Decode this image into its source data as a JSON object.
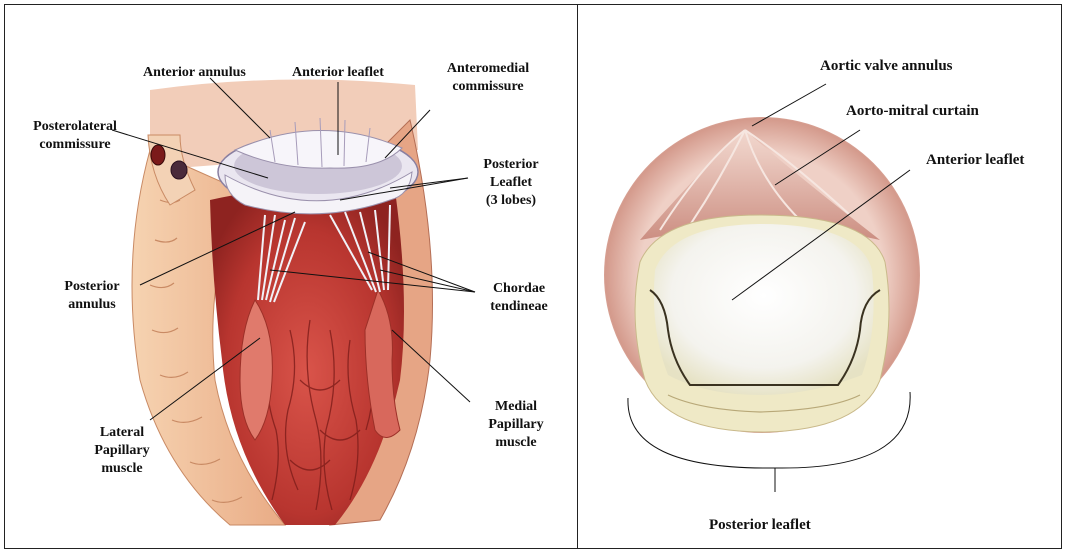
{
  "left_panel": {
    "labels": {
      "anterior_annulus": "Anterior annulus",
      "anterior_leaflet": "Anterior leaflet",
      "anteromedial_commissure": [
        "Anteromedial",
        "commissure"
      ],
      "posterolateral_commissure": [
        "Posterolateral",
        "commissure"
      ],
      "posterior_leaflet": [
        "Posterior",
        "Leaflet",
        "(3 lobes)"
      ],
      "posterior_annulus": [
        "Posterior",
        "annulus"
      ],
      "chordae_tendineae": [
        "Chordae",
        "tendineae"
      ],
      "lateral_papillary_muscle": [
        "Lateral",
        "Papillary",
        "muscle"
      ],
      "medial_papillary_muscle": [
        "Medial",
        "Papillary",
        "muscle"
      ]
    }
  },
  "right_panel": {
    "labels": {
      "aortic_valve_annulus": "Aortic valve annulus",
      "aorto_mitral_curtain": "Aorto-mitral curtain",
      "anterior_leaflet": "Anterior leaflet",
      "posterior_leaflet": "Posterior leaflet"
    }
  },
  "colors": {
    "muscle": "#c0403a",
    "muscle_dark": "#8e2320",
    "muscle_light": "#e58a78",
    "wall": "#f1c39c",
    "leaflet": "#f4f2f6",
    "valve_rim": "#d8a89a",
    "valve_leaflet": "#f3f1dc"
  }
}
